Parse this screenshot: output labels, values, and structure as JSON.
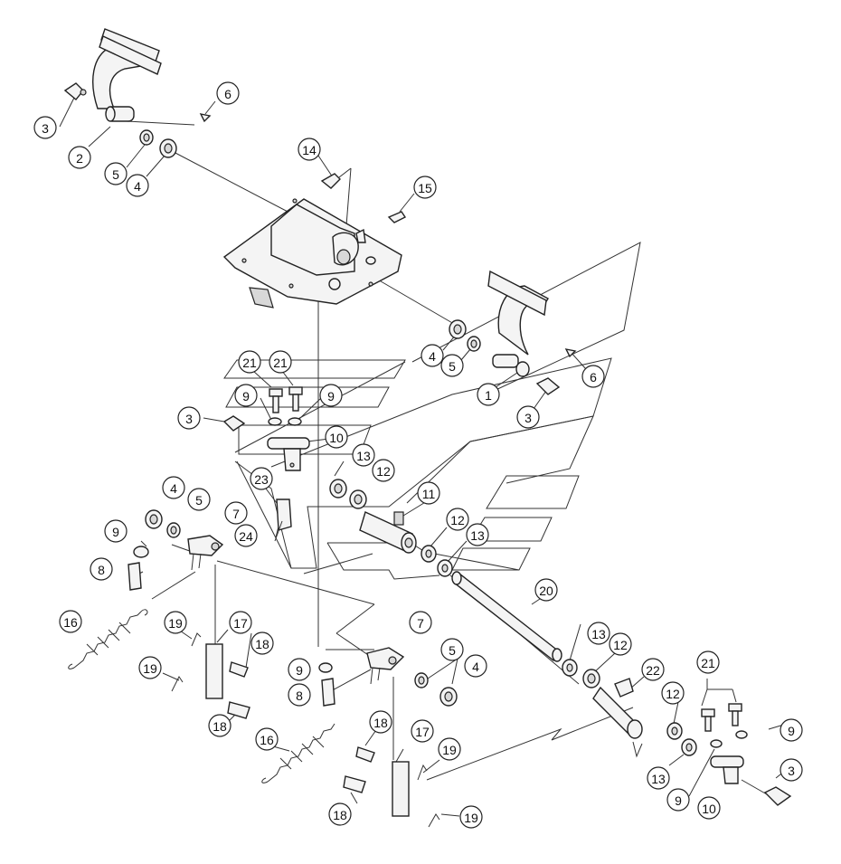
{
  "diagram": {
    "callouts": [
      {
        "id": "c3a",
        "label": "3"
      },
      {
        "id": "c2",
        "label": "2"
      },
      {
        "id": "c5a",
        "label": "5"
      },
      {
        "id": "c4a",
        "label": "4"
      },
      {
        "id": "c6a",
        "label": "6"
      },
      {
        "id": "c14",
        "label": "14"
      },
      {
        "id": "c15",
        "label": "15"
      },
      {
        "id": "c4b",
        "label": "4"
      },
      {
        "id": "c5b",
        "label": "5"
      },
      {
        "id": "c6b",
        "label": "6"
      },
      {
        "id": "c1",
        "label": "1"
      },
      {
        "id": "c3b",
        "label": "3"
      },
      {
        "id": "c21a",
        "label": "21"
      },
      {
        "id": "c21b",
        "label": "21"
      },
      {
        "id": "c9a",
        "label": "9"
      },
      {
        "id": "c9b",
        "label": "9"
      },
      {
        "id": "c3c",
        "label": "3"
      },
      {
        "id": "c10a",
        "label": "10"
      },
      {
        "id": "c13a",
        "label": "13"
      },
      {
        "id": "c12a",
        "label": "12"
      },
      {
        "id": "c23",
        "label": "23"
      },
      {
        "id": "c24",
        "label": "24"
      },
      {
        "id": "c11",
        "label": "11"
      },
      {
        "id": "c12b",
        "label": "12"
      },
      {
        "id": "c13b",
        "label": "13"
      },
      {
        "id": "c4c",
        "label": "4"
      },
      {
        "id": "c5c",
        "label": "5"
      },
      {
        "id": "c7a",
        "label": "7"
      },
      {
        "id": "c9c",
        "label": "9"
      },
      {
        "id": "c8a",
        "label": "8"
      },
      {
        "id": "c16a",
        "label": "16"
      },
      {
        "id": "c19a",
        "label": "19"
      },
      {
        "id": "c17a",
        "label": "17"
      },
      {
        "id": "c18a",
        "label": "18"
      },
      {
        "id": "c19b",
        "label": "19"
      },
      {
        "id": "c18b",
        "label": "18"
      },
      {
        "id": "c20",
        "label": "20"
      },
      {
        "id": "c7b",
        "label": "7"
      },
      {
        "id": "c5d",
        "label": "5"
      },
      {
        "id": "c4d",
        "label": "4"
      },
      {
        "id": "c9d",
        "label": "9"
      },
      {
        "id": "c8b",
        "label": "8"
      },
      {
        "id": "c13c",
        "label": "13"
      },
      {
        "id": "c12c",
        "label": "12"
      },
      {
        "id": "c22",
        "label": "22"
      },
      {
        "id": "c21c",
        "label": "21"
      },
      {
        "id": "c12d",
        "label": "12"
      },
      {
        "id": "c9e",
        "label": "9"
      },
      {
        "id": "c16b",
        "label": "16"
      },
      {
        "id": "c18c",
        "label": "18"
      },
      {
        "id": "c17b",
        "label": "17"
      },
      {
        "id": "c19c",
        "label": "19"
      },
      {
        "id": "c3d",
        "label": "3"
      },
      {
        "id": "c13d",
        "label": "13"
      },
      {
        "id": "c9f",
        "label": "9"
      },
      {
        "id": "c10b",
        "label": "10"
      },
      {
        "id": "c18d",
        "label": "18"
      },
      {
        "id": "c19d",
        "label": "19"
      }
    ]
  }
}
